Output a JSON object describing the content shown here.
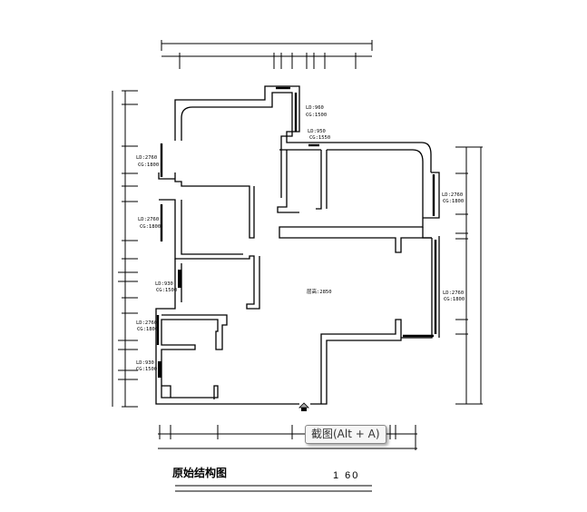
{
  "drawing": {
    "title": "原始结构图",
    "scale": "1 60",
    "center_label": "层高:2850",
    "window_labels": [
      {
        "ld": "LD:960",
        "cg": "CG:1500"
      },
      {
        "ld": "LD:950",
        "cg": "CG:1550"
      },
      {
        "ld": "LD:2760",
        "cg": "CG:1800"
      },
      {
        "ld": "LD:2760",
        "cg": "CG:1800"
      },
      {
        "ld": "LD:930",
        "cg": "CG:1500"
      },
      {
        "ld": "LD:2760",
        "cg": "CG:1800"
      },
      {
        "ld": "LD:930",
        "cg": "CG:1500"
      },
      {
        "ld": "LD:2760",
        "cg": "CG:1800"
      },
      {
        "ld": "LD:2760",
        "cg": "CG:1800"
      }
    ]
  },
  "tooltip": {
    "text": "截图(Alt + A)"
  }
}
